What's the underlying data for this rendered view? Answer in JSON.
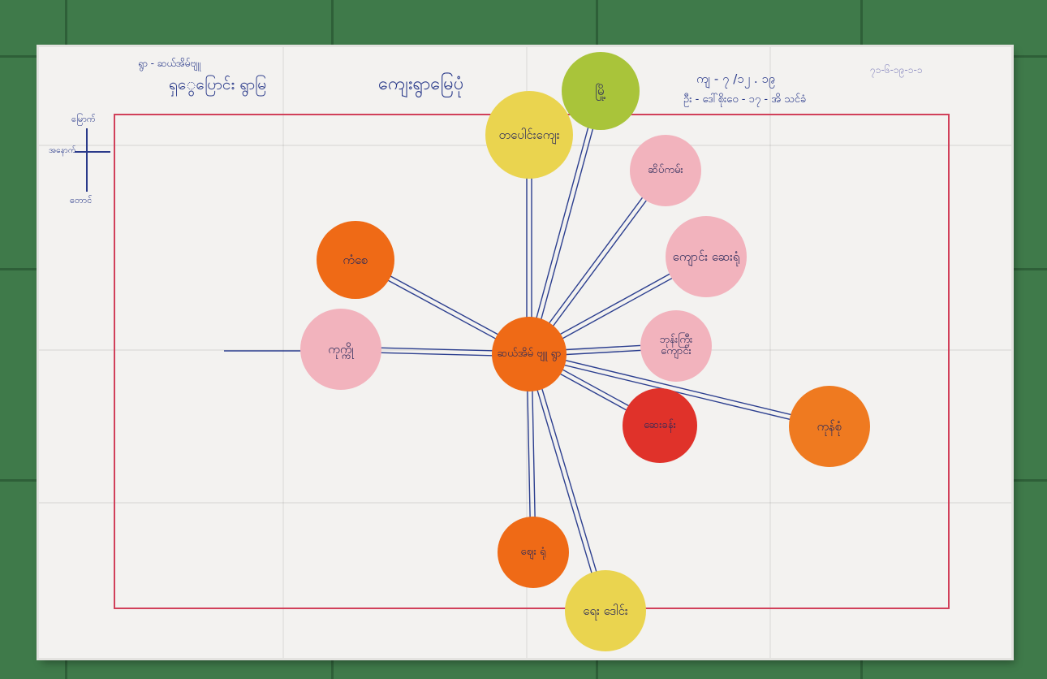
{
  "header": {
    "line1": "ရွာ - ဆယ်အိမ်ဗျူ",
    "village": "ရှွေပြောင်း ရွာမြ",
    "title": "ကျေးရွာမြေပုံ",
    "date": "ကျ - ၇ /၁၂ . ၁၉",
    "group": "ဦး - ဒေါ်စိုးဝေ - ၁၇ - အိ သင်ခံ",
    "corner": "၇၁-၆-၁၉-၁-၁"
  },
  "compass": {
    "north": "မြောက်",
    "west": "အနောက်",
    "south": "တောင်"
  },
  "center": {
    "label": "ဆယ်အိမ် ဗျူ ရွာ",
    "color": "#ef6a16"
  },
  "nodes": [
    {
      "label": "မြို့",
      "color": "#a9c43a"
    },
    {
      "label": "တပေါင်းကျေး",
      "color": "#ead44f"
    },
    {
      "label": "ဆိပ်ကမ်း",
      "color": "#f2b3bd"
    },
    {
      "label": "ကျောင်း ဆေးရုံ",
      "color": "#f2b3bd"
    },
    {
      "label": "ဘုန်းကြီး ကျောင်း",
      "color": "#f2b3bd"
    },
    {
      "label": "ကုန်စုံ",
      "color": "#ef7a20"
    },
    {
      "label": "ဆေးခန်း",
      "color": "#e0322a"
    },
    {
      "label": "ဈေး ရုံ",
      "color": "#ef6a16"
    },
    {
      "label": "ရေး ဒေါင်း",
      "color": "#ead44f"
    },
    {
      "label": "ကုက္ကို",
      "color": "#f2b3bd"
    },
    {
      "label": "ကံစေ",
      "color": "#ef6a16"
    }
  ]
}
